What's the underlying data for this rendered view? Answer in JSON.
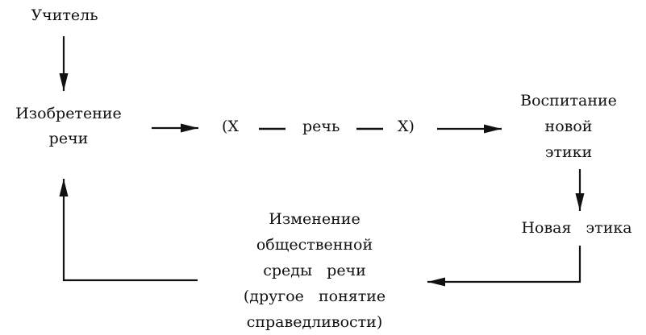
{
  "nodes": {
    "teacher": "Учитель",
    "invention": [
      "Изобретение",
      "речи"
    ],
    "formula": {
      "left": "(X",
      "center": "речь",
      "right": "X)"
    },
    "upbringing": [
      "Воспитание",
      "новой",
      "этики"
    ],
    "new_ethics": "Новая  этика",
    "change": [
      "Изменение",
      "общественной",
      "среды  речи",
      "(другое  понятие",
      "справедливости)"
    ]
  },
  "colors": {
    "ink": "#111111",
    "background": "#ffffff"
  }
}
